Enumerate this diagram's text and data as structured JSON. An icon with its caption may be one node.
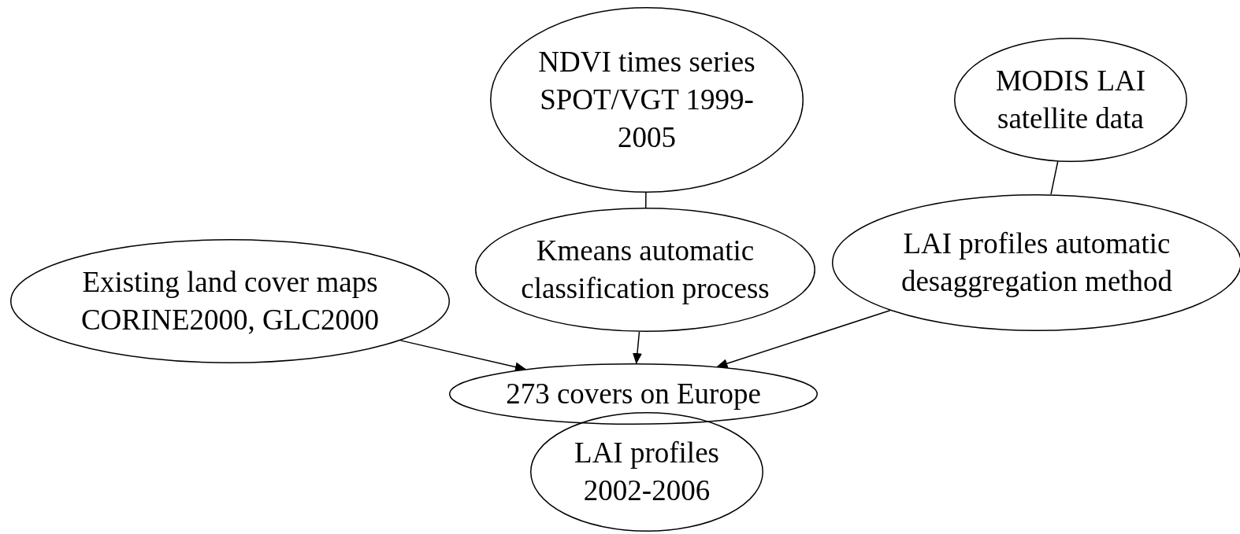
{
  "diagram": {
    "nodes": [
      {
        "text": [
          "NDVI times series SPOT/VGT 1999-2005"
        ]
      },
      {
        "text": [
          "MODIS LAI satellite data"
        ]
      },
      {
        "text": [
          "Kmeans automatic classification process"
        ]
      },
      {
        "text": [
          "LAI profiles automatic desaggregation method"
        ]
      },
      {
        "text": [
          "Existing land cover maps CORINE2000, GLC2000"
        ]
      },
      {
        "text": [
          "273 covers on Europe"
        ]
      },
      {
        "text": [
          "LAI profiles 2002-2006"
        ]
      }
    ],
    "edges": [
      {
        "from": 0,
        "to": 2,
        "arrow": "none"
      },
      {
        "from": 1,
        "to": 3,
        "arrow": "none"
      },
      {
        "from": 2,
        "to": 5,
        "arrow": "to"
      },
      {
        "from": 4,
        "to": 5,
        "arrow": "to"
      },
      {
        "from": 3,
        "to": 5,
        "arrow": "to"
      }
    ]
  }
}
